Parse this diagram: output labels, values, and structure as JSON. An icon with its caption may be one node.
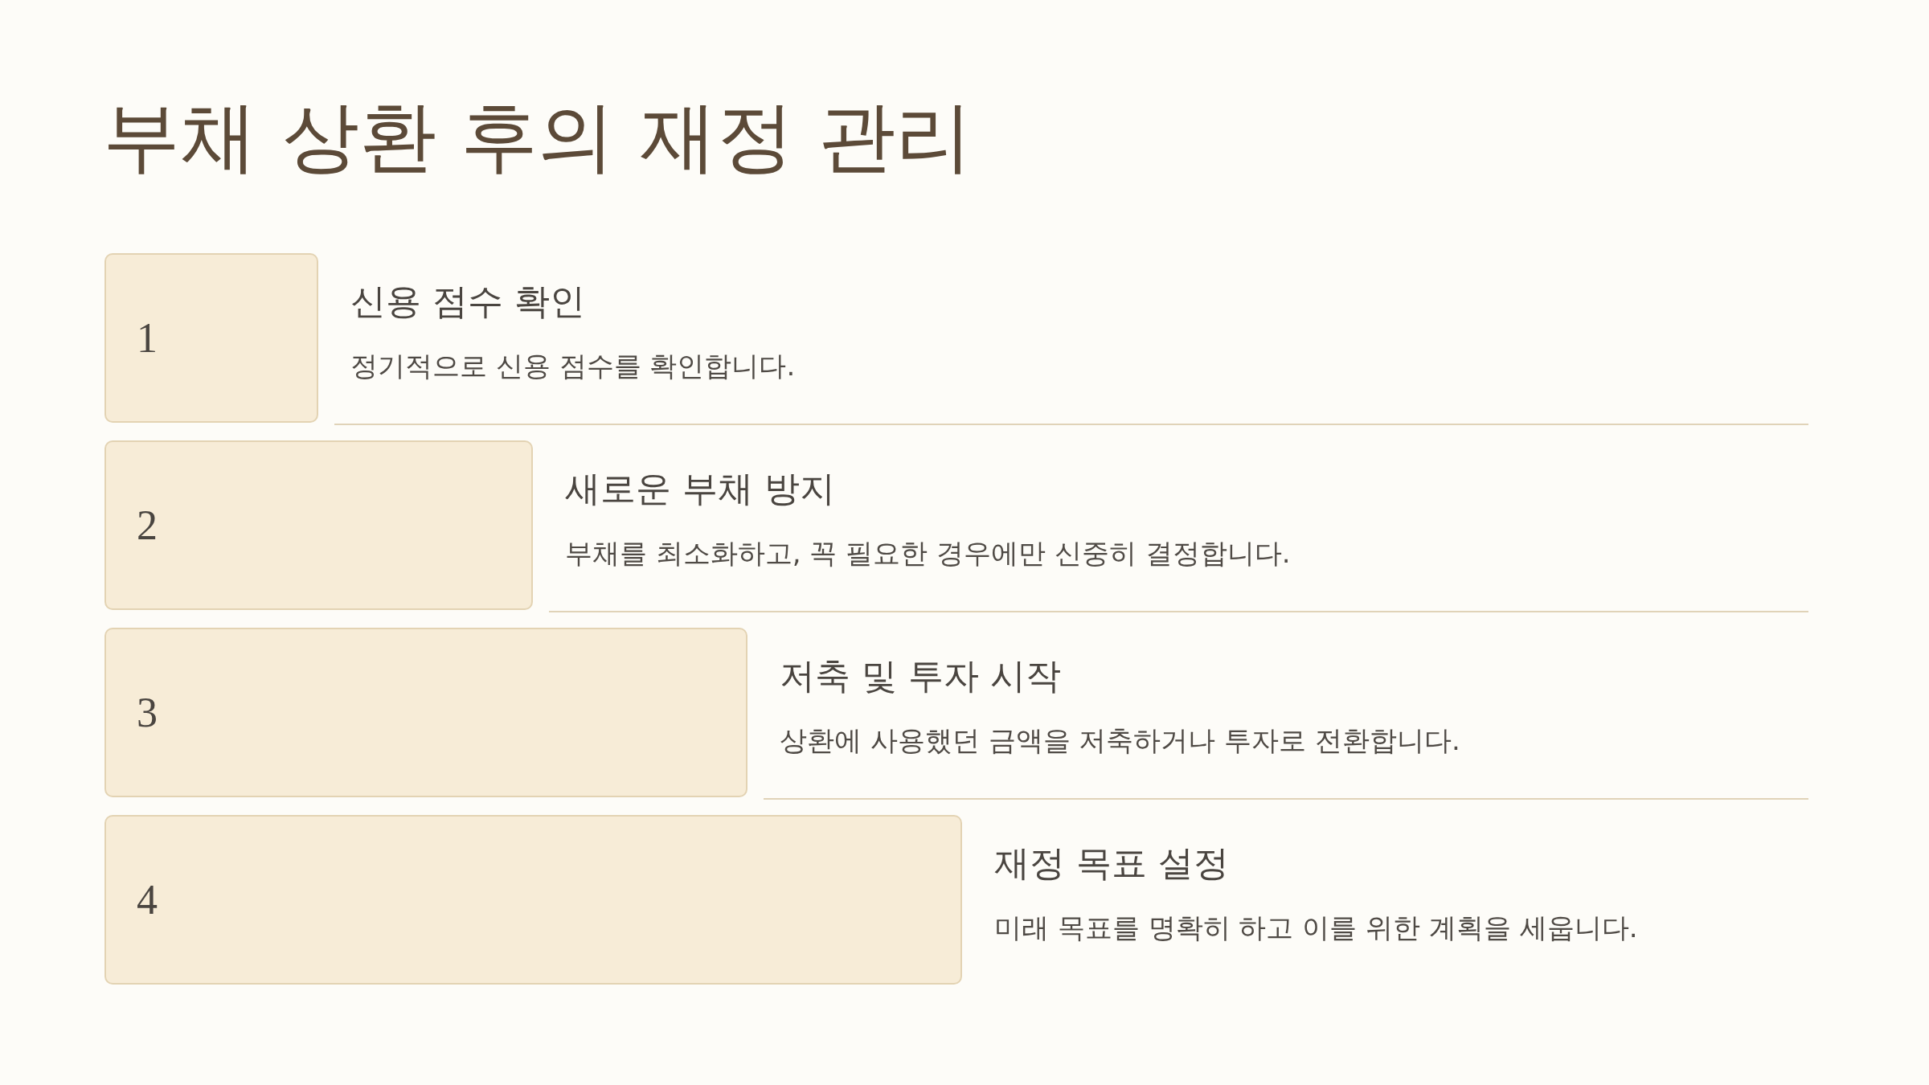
{
  "diagram": {
    "title": "부채 상환 후의 재정 관리",
    "nodes": [
      {
        "text": [
          "1"
        ],
        "beside": [
          "신용 점수 확인",
          "정기적으로 신용 점수를 확인합니다."
        ]
      },
      {
        "text": [
          "2"
        ],
        "beside": [
          "새로운 부채 방지",
          "부채를 최소화하고, 꼭 필요한 경우에만 신중히 결정합니다."
        ]
      },
      {
        "text": [
          "3"
        ],
        "beside": [
          "저축 및 투자 시작",
          "상환에 사용했던 금액을 저축하거나 투자로 전환합니다."
        ]
      },
      {
        "text": [
          "4"
        ],
        "beside": [
          "재정 목표 설정",
          "미래 목표를 명확히 하고 이를 위한 계획을 세웁니다."
        ]
      }
    ]
  }
}
